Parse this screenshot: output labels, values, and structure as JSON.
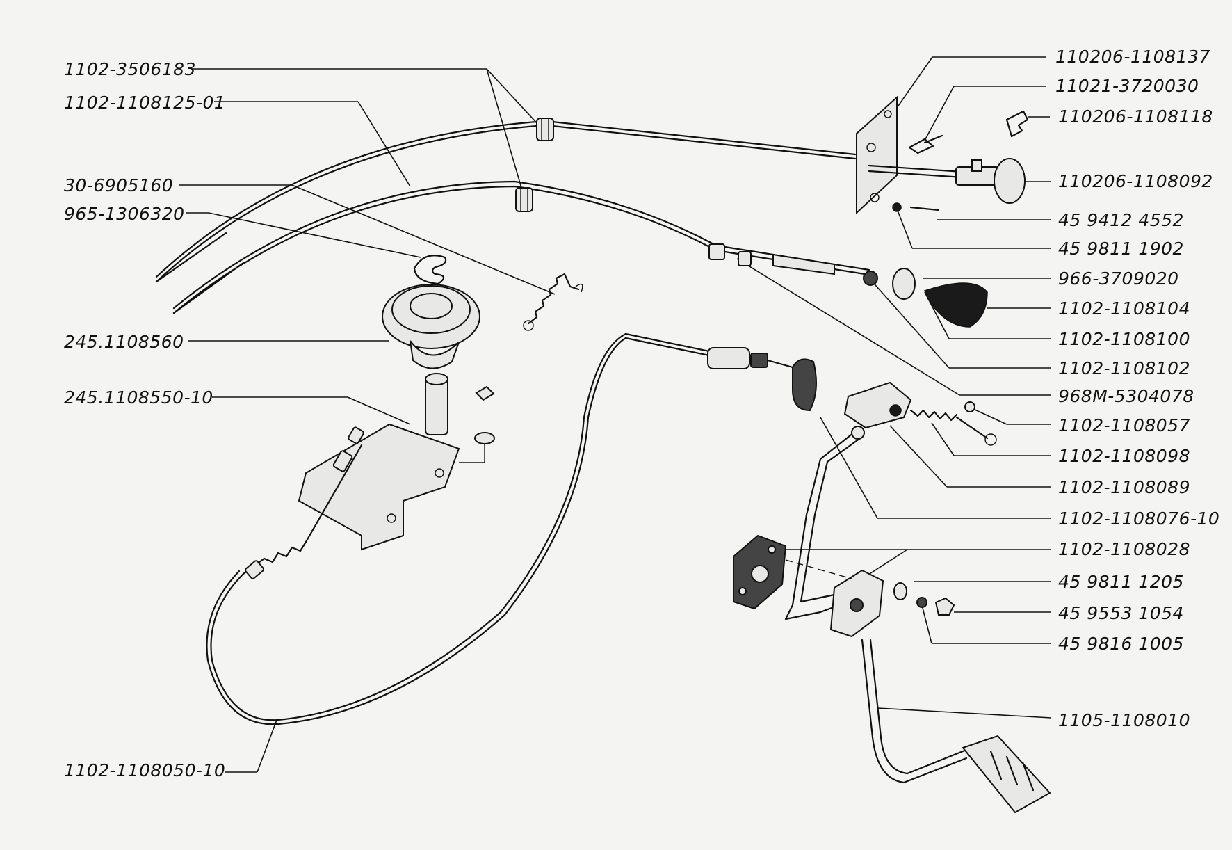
{
  "labels_left": {
    "p1102_3506183": "1102-3506183",
    "p1102_1108125_01": "1102-1108125-01",
    "p30_6905160": "30-6905160",
    "p965_1306320": "965-1306320",
    "p245_1108560": "245.1108560",
    "p245_1108550_10": "245.1108550-10",
    "p1102_1108050_10": "1102-1108050-10"
  },
  "labels_right": {
    "p110206_1108137": "110206-1108137",
    "p11021_3720030": "11021-3720030",
    "p110206_1108118": "110206-1108118",
    "p110206_1108092": "110206-1108092",
    "p45_9412_4552": "45 9412 4552",
    "p45_9811_1902": "45 9811 1902",
    "p966_3709020": "966-3709020",
    "p1102_1108104": "1102-1108104",
    "p1102_1108100": "1102-1108100",
    "p1102_1108102": "1102-1108102",
    "p968M_5304078": "968M-5304078",
    "p1102_1108057": "1102-1108057",
    "p1102_1108098": "1102-1108098",
    "p1102_1108089": "1102-1108089",
    "p1102_1108076_10": "1102-1108076-10",
    "p1102_1108028": "1102-1108028",
    "p45_9811_1205": "45 9811 1205",
    "p45_9553_1054": "45 9553 1054",
    "p45_9816_1005": "45 9816 1005",
    "p1105_1108010": "1105-1108010"
  }
}
